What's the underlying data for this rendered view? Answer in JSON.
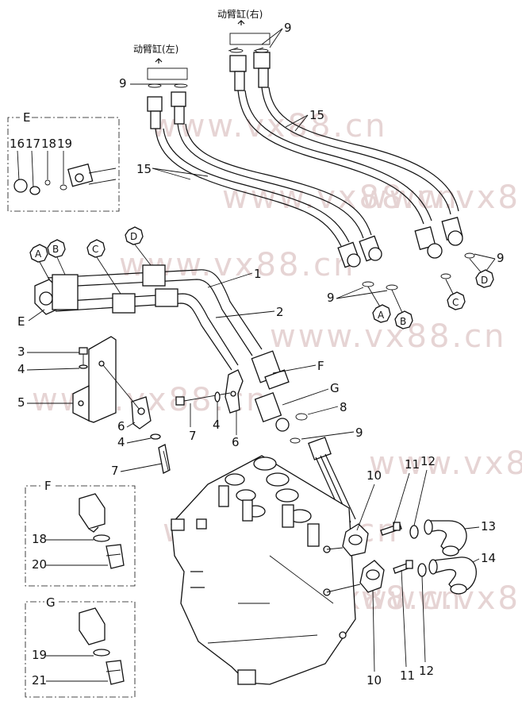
{
  "cylinder_labels": {
    "left": "动臂缸(左)",
    "right": "动臂缸(右)"
  },
  "watermark": "www.vx88.cn",
  "detail_views": {
    "E": {
      "title": "E",
      "parts": [
        "16",
        "17",
        "18",
        "19"
      ]
    },
    "F": {
      "title": "F",
      "parts": [
        "18",
        "20"
      ]
    },
    "G": {
      "title": "G",
      "parts": [
        "19",
        "21"
      ]
    }
  },
  "circle_markers": [
    "A",
    "B",
    "C",
    "D"
  ],
  "view_markers": [
    "E",
    "F",
    "G"
  ],
  "part_numbers": {
    "p1": "1",
    "p2": "2",
    "p3": "3",
    "p4": "4",
    "p5": "5",
    "p6": "6",
    "p7": "7",
    "p8": "8",
    "p9": "9",
    "p10": "10",
    "p11": "11",
    "p12": "12",
    "p13": "13",
    "p14": "14",
    "p15": "15"
  }
}
